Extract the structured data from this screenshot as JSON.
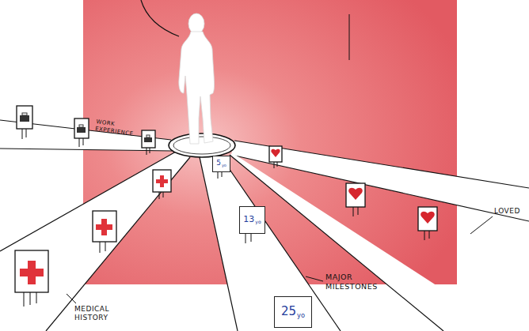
{
  "diagram": {
    "nodes": [
      {
        "text": [
          "5",
          "yo"
        ]
      },
      {
        "text": [
          "13",
          "yo"
        ]
      },
      {
        "text": [
          "25",
          "yo"
        ]
      }
    ],
    "labels": [
      "WORK EXPERIENCE",
      "LOVED",
      "MAJOR MILESTONES",
      "MEDICAL HISTORY"
    ]
  }
}
